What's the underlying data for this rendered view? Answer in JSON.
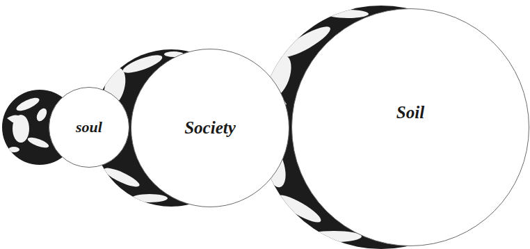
{
  "diagram": {
    "nodes": [
      {
        "text": [
          "soul"
        ]
      },
      {
        "text": [
          "Society"
        ]
      },
      {
        "text": [
          "Soil"
        ]
      }
    ]
  }
}
